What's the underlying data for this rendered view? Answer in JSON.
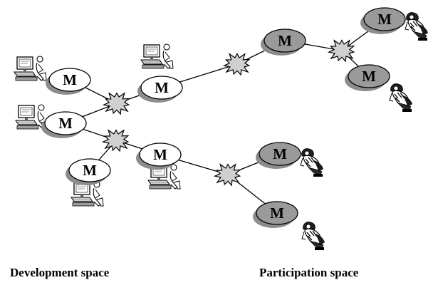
{
  "node_letter": "M",
  "labels": {
    "development": "Development space",
    "participation": "Participation space"
  },
  "icons": {
    "developer": "developer-workstation-icon",
    "participant": "participant-figure-icon",
    "hub": "network-hub-burst-icon"
  },
  "colors": {
    "dev_node_fill": "#ffffff",
    "part_node_fill": "#9a9a9a",
    "shadow": "#8c8c8c",
    "hub_fill": "#d0d0d0",
    "line": "#000000"
  },
  "nodes": [
    {
      "id": "d1",
      "kind": "development"
    },
    {
      "id": "d2",
      "kind": "development"
    },
    {
      "id": "d3",
      "kind": "development"
    },
    {
      "id": "d4",
      "kind": "development"
    },
    {
      "id": "d5",
      "kind": "development"
    },
    {
      "id": "p1",
      "kind": "participation"
    },
    {
      "id": "p2",
      "kind": "participation"
    },
    {
      "id": "p3",
      "kind": "participation"
    },
    {
      "id": "p4",
      "kind": "participation"
    },
    {
      "id": "p5",
      "kind": "participation"
    }
  ],
  "hubs": [
    {
      "id": "h1"
    },
    {
      "id": "h2"
    },
    {
      "id": "h3"
    },
    {
      "id": "h4"
    },
    {
      "id": "h5"
    }
  ],
  "links": [
    [
      "d1",
      "h1"
    ],
    [
      "d2",
      "h1"
    ],
    [
      "h1",
      "d3"
    ],
    [
      "d2",
      "h2"
    ],
    [
      "d5",
      "h2"
    ],
    [
      "h2",
      "d4"
    ],
    [
      "d3",
      "h3"
    ],
    [
      "h3",
      "p1"
    ],
    [
      "p1",
      "h4"
    ],
    [
      "h4",
      "p2"
    ],
    [
      "h4",
      "p3"
    ],
    [
      "d4",
      "h5"
    ],
    [
      "h5",
      "p4"
    ],
    [
      "h5",
      "p5"
    ]
  ]
}
